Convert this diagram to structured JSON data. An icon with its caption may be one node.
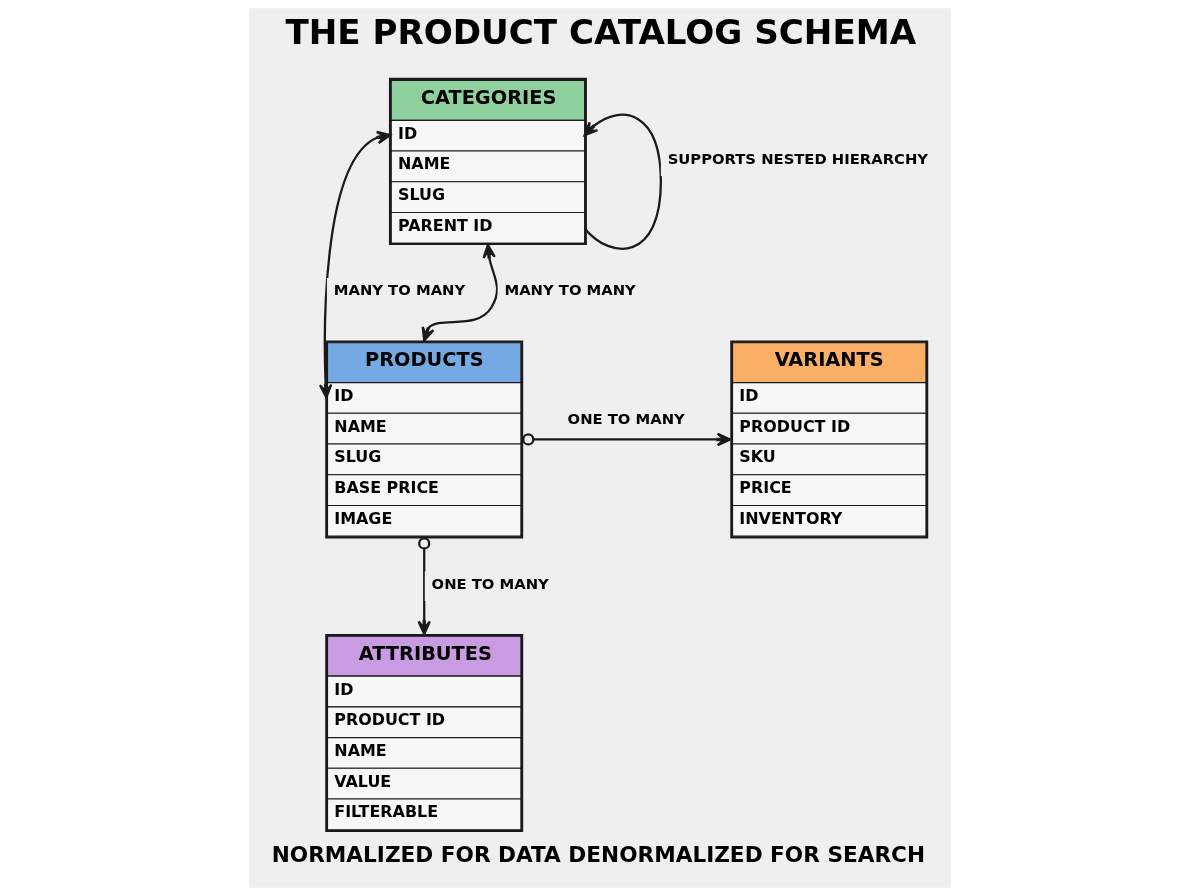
{
  "diagram": {
    "title": "THE PRODUCT CATALOG SCHEMA",
    "caption": "NORMALIZED FOR DATA DENORMALIZED FOR SEARCH",
    "nodes": [
      {
        "text": [
          "CATEGORIES",
          "ID",
          "NAME",
          "SLUG",
          "PARENT ID"
        ]
      },
      {
        "text": [
          "PRODUCTS",
          "ID",
          "NAME",
          "SLUG",
          "BASE PRICE",
          "IMAGE"
        ]
      },
      {
        "text": [
          "VARIANTS",
          "ID",
          "PRODUCT ID",
          "SKU",
          "PRICE",
          "INVENTORY"
        ]
      },
      {
        "text": [
          "ATTRIBUTES",
          "ID",
          "PRODUCT ID",
          "NAME",
          "VALUE",
          "FILTERABLE"
        ]
      }
    ],
    "edges": [
      {
        "from": 1,
        "to": 0,
        "arrow": "both",
        "label": "MANY TO MANY"
      },
      {
        "from": 0,
        "to": 0,
        "arrow": "to",
        "label": "SUPPORTS NESTED HIERARCHY"
      },
      {
        "from": 0,
        "to": 1,
        "arrow": "both",
        "label": "MANY TO MANY"
      },
      {
        "from": 1,
        "to": 2,
        "arrow": "to",
        "label": "ONE TO MANY"
      },
      {
        "from": 1,
        "to": 3,
        "arrow": "to",
        "label": "ONE TO MANY"
      }
    ]
  }
}
